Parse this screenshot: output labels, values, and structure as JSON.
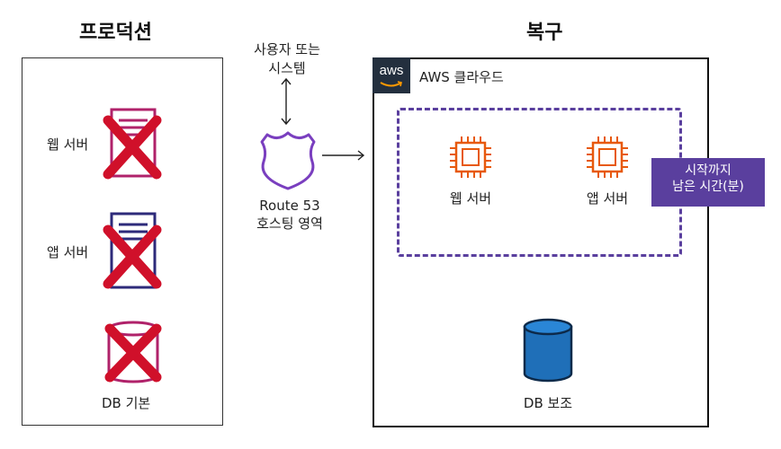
{
  "production": {
    "title": "프로덕션",
    "web_server_label": "웹 서버",
    "app_server_label": "앱 서버",
    "db_primary_label": "DB 기본"
  },
  "users": {
    "label_line1": "사용자 또는",
    "label_line2": "시스템"
  },
  "route53": {
    "label_line1": "Route 53",
    "label_line2": "호스팅 영역"
  },
  "recovery": {
    "title": "복구",
    "aws_logo_text": "aws",
    "cloud_label": "AWS 클라우드",
    "web_server_label": "웹 서버",
    "app_server_label": "앱 서버",
    "db_secondary_label": "DB 보조",
    "badge_line1": "시작까지",
    "badge_line2": "남은 시간(분)"
  },
  "colors": {
    "failed_web": "#b0226a",
    "failed_app": "#2d2a7a",
    "cross": "#d0102a",
    "ec2_orange": "#e7590c",
    "db_blue": "#1f6fb8",
    "dashed_purple": "#5a3f9e",
    "route53_purple": "#7a3fbf"
  },
  "icons": [
    "web-server-icon",
    "app-server-icon",
    "database-icon",
    "failure-cross-icon",
    "route53-shield-icon",
    "ec2-chip-icon",
    "aws-logo-icon",
    "arrow-icon"
  ]
}
